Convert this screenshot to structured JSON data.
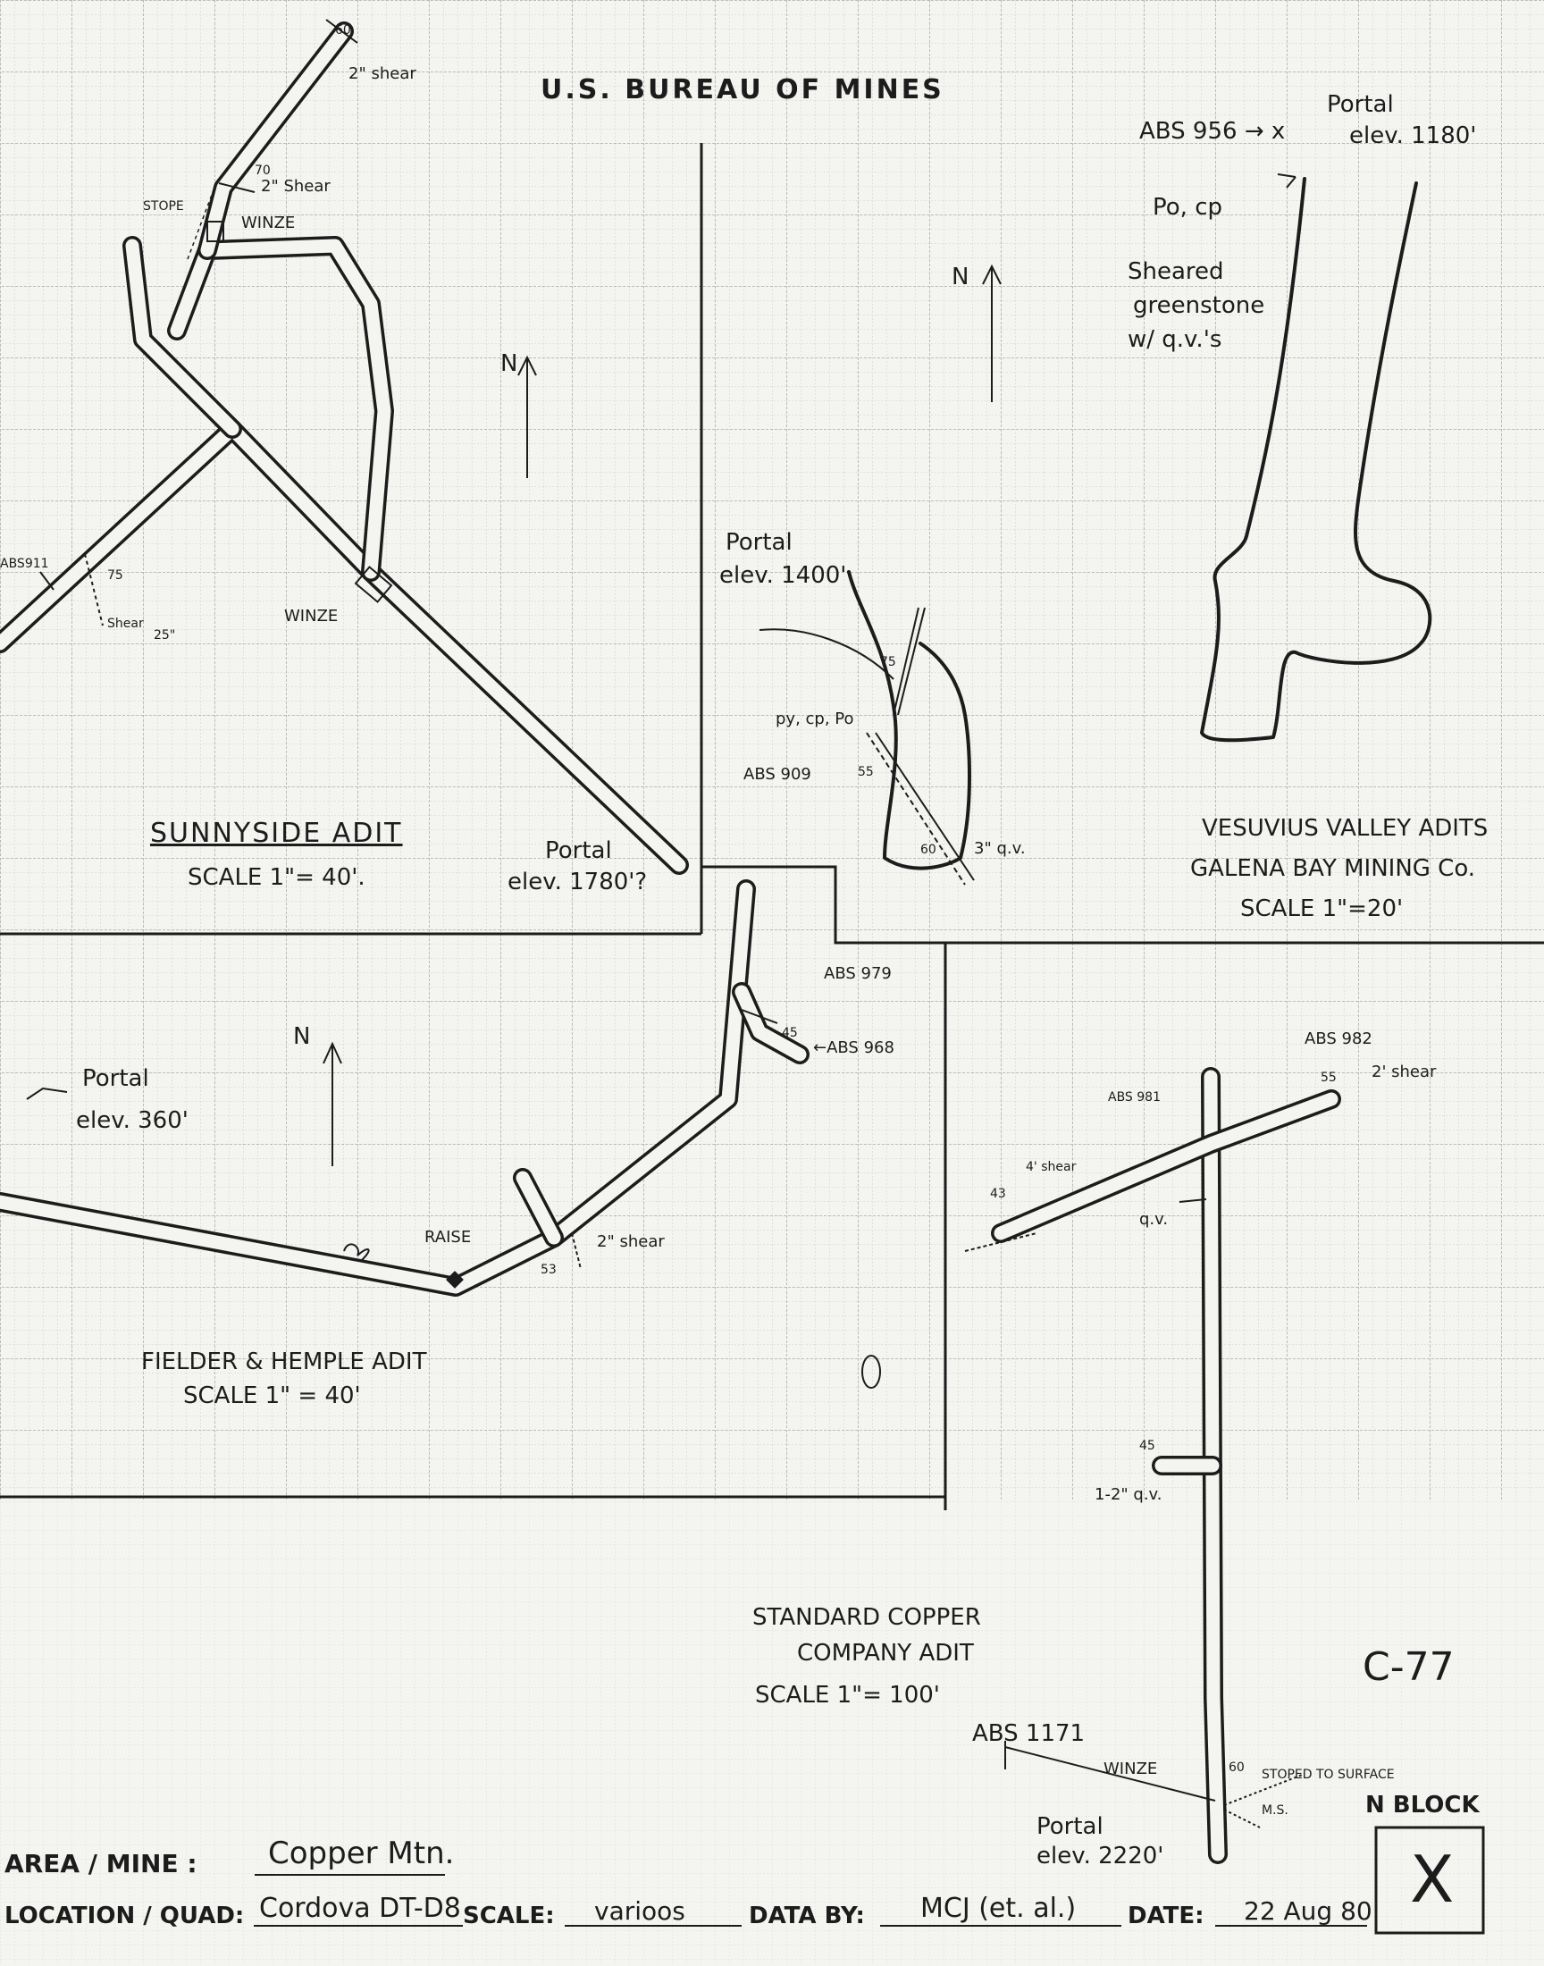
{
  "header": {
    "agency": "U.S. BUREAU OF MINES"
  },
  "maps": {
    "sunnyside": {
      "title": "SUNNYSIDE ADIT",
      "scale": "SCALE 1\"= 40'.",
      "portal": "Portal",
      "portal_elev": "elev. 1780'?",
      "north": "N",
      "labels": {
        "stope": "STOPE",
        "winze_top": "WINZE",
        "winze_mid": "WINZE",
        "shear_top": "2\" shear",
        "shear_mid": "2\" Shear",
        "abs": "ABS911",
        "shear_low": "Shear",
        "dim": "25\"",
        "dip_60": "60",
        "dip_70": "70",
        "dip_75": "75"
      }
    },
    "vesuvius": {
      "title": "VESUVIUS VALLEY ADITS",
      "company": "GALENA BAY MINING Co.",
      "scale": "SCALE 1\"=20'",
      "north": "N",
      "portal_a": "Portal",
      "portal_a_elev": "elev. 1180'",
      "abs_a": "ABS 956 → x",
      "mineral_a": "Po, cp",
      "geology": [
        "Sheared",
        "greenstone",
        "w/ q.v.'s"
      ],
      "portal_b": "Portal",
      "portal_b_elev": "elev. 1400'",
      "mineral_b": "py, cp, Po",
      "abs_b": "ABS 909",
      "vein": "3\" q.v.",
      "dips": {
        "d75": "75",
        "d55": "55",
        "d60": "60"
      }
    },
    "fielder": {
      "title": "FIELDER & HEMPLE ADIT",
      "scale": "SCALE 1\" = 40'",
      "north": "N",
      "portal": "Portal",
      "portal_elev": "elev. 360'",
      "raise": "RAISE",
      "shear": "2\" shear",
      "abs_a": "ABS 979",
      "abs_b": "←ABS 968",
      "dips": {
        "d45": "45",
        "d53": "53"
      }
    },
    "standard": {
      "title": "STANDARD COPPER",
      "title2": "COMPANY ADIT",
      "scale": "SCALE 1\"= 100'",
      "portal": "Portal",
      "portal_elev": "elev. 2220'",
      "abs_a": "ABS 982",
      "abs_b": "ABS 981",
      "abs_c": "ABS 1171",
      "shear_a": "2' shear",
      "shear_b": "4' shear",
      "vein_a": "q.v.",
      "vein_b": "1-2\" q.v.",
      "winze": "WINZE",
      "stoped": "STOPED TO SURFACE",
      "ms": "M.S.",
      "dips": {
        "d55": "55",
        "d45": "45",
        "d43": "43",
        "d60": "60"
      }
    }
  },
  "sheet_id": "C-77",
  "block": {
    "label": "N BLOCK",
    "mark": "X"
  },
  "footer": {
    "area_label": "AREA / MINE :",
    "area_value": "Copper Mtn.",
    "quad_label": "LOCATION / QUAD:",
    "quad_value": "Cordova DT-D8",
    "scale_label": "SCALE:",
    "scale_value": "varioos",
    "data_label": "DATA BY:",
    "data_value": "MCJ (et. al.)",
    "date_label": "DATE:",
    "date_value": "22 Aug 80"
  }
}
